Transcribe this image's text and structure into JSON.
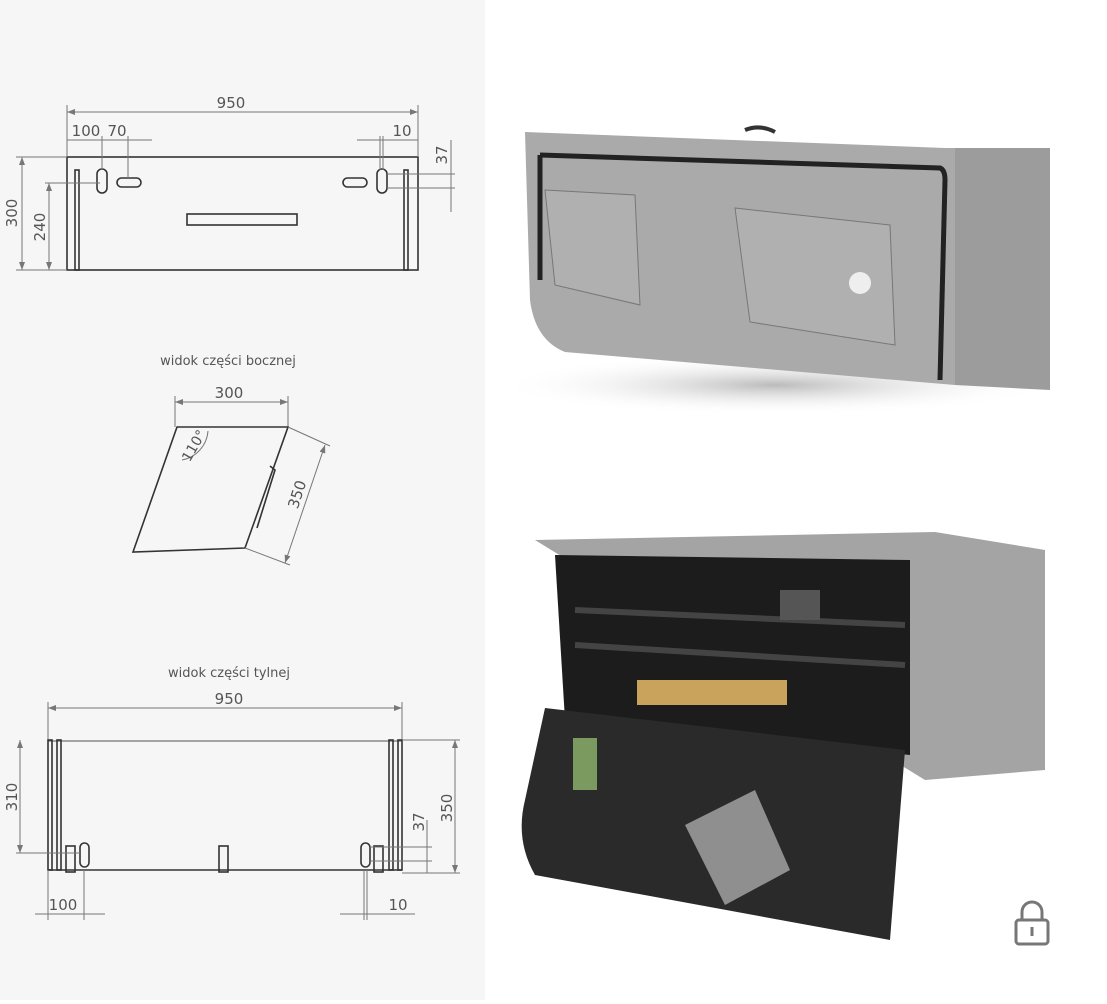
{
  "front_view": {
    "dims": {
      "width": "950",
      "offset_left": "100",
      "slot_spacing": "70",
      "offset_right": "10",
      "slot_height": "37",
      "height": "300",
      "slot_pos": "240"
    }
  },
  "side_view": {
    "title": "widok części bocznej",
    "dims": {
      "depth": "300",
      "angle": "110°",
      "length": "350"
    }
  },
  "back_view": {
    "title": "widok części tylnej",
    "dims": {
      "width": "950",
      "height_left": "310",
      "height_right": "350",
      "slot_height": "37",
      "offset_left": "100",
      "offset_right": "10"
    }
  },
  "photos": {
    "closed_color": "#a9a9a9",
    "open_color": "#a4a4a4"
  },
  "icons": {
    "lock": "lock-icon"
  }
}
